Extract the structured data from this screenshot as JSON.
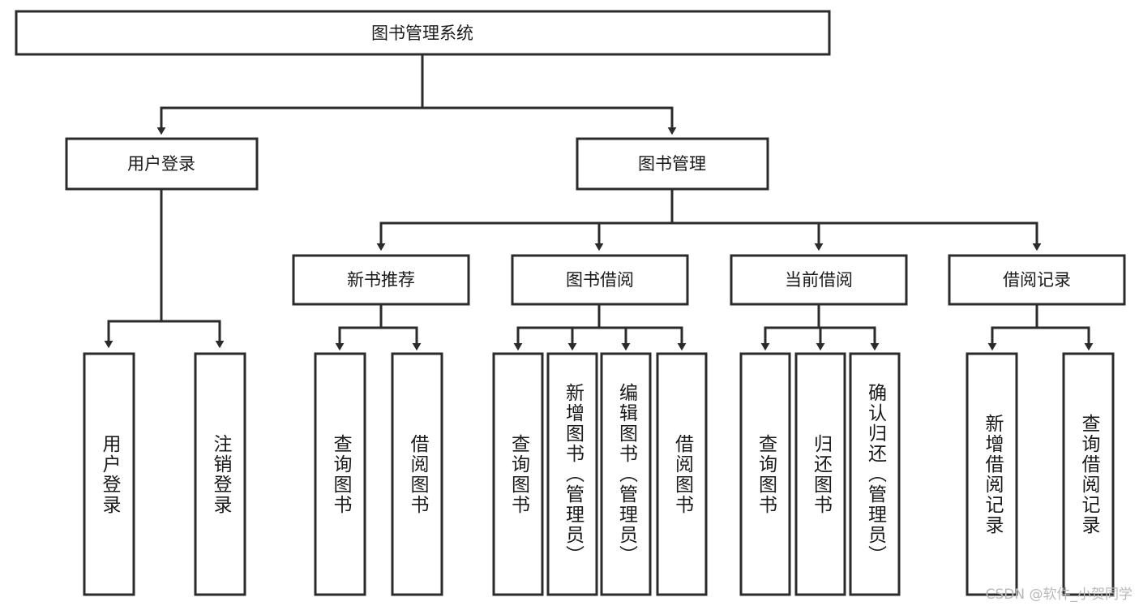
{
  "diagram": {
    "title_node": {
      "label": "图书管理系统"
    },
    "type": "tree-hierarchy-functional-decomposition",
    "level2": [
      {
        "id": "user-login",
        "label": "用户登录"
      },
      {
        "id": "book-management",
        "label": "图书管理"
      }
    ],
    "level3": [
      {
        "id": "new-book-recommend",
        "label": "新书推荐",
        "parent": "book-management"
      },
      {
        "id": "book-borrow",
        "label": "图书借阅",
        "parent": "book-management"
      },
      {
        "id": "current-borrow",
        "label": "当前借阅",
        "parent": "book-management"
      },
      {
        "id": "borrow-record",
        "label": "借阅记录",
        "parent": "book-management"
      }
    ],
    "leaves": {
      "user-login": [
        {
          "id": "leaf-user-login",
          "label": "用户登录"
        },
        {
          "id": "leaf-user-logout",
          "label": "注销登录"
        }
      ],
      "new-book-recommend": [
        {
          "id": "leaf-query-book-1",
          "label": "查询图书"
        },
        {
          "id": "leaf-borrow-book-1",
          "label": "借阅图书"
        }
      ],
      "book-borrow": [
        {
          "id": "leaf-query-book-2",
          "label": "查询图书"
        },
        {
          "id": "leaf-add-book",
          "label": "新增图书（管理员）"
        },
        {
          "id": "leaf-edit-book",
          "label": "编辑图书（管理员）"
        },
        {
          "id": "leaf-borrow-book-2",
          "label": "借阅图书"
        }
      ],
      "current-borrow": [
        {
          "id": "leaf-query-book-3",
          "label": "查询图书"
        },
        {
          "id": "leaf-return-book",
          "label": "归还图书"
        },
        {
          "id": "leaf-confirm-return",
          "label": "确认归还（管理员）"
        }
      ],
      "borrow-record": [
        {
          "id": "leaf-add-record",
          "label": "新增借阅记录"
        },
        {
          "id": "leaf-query-record",
          "label": "查询借阅记录"
        }
      ]
    },
    "colors": {
      "stroke": "#2b2b2b",
      "fill": "#ffffff",
      "text": "#1a1a1a",
      "watermark": "#b9b9b9",
      "background": "#ffffff"
    }
  },
  "watermark": {
    "text": "CSDN @软件_小贺同学"
  }
}
